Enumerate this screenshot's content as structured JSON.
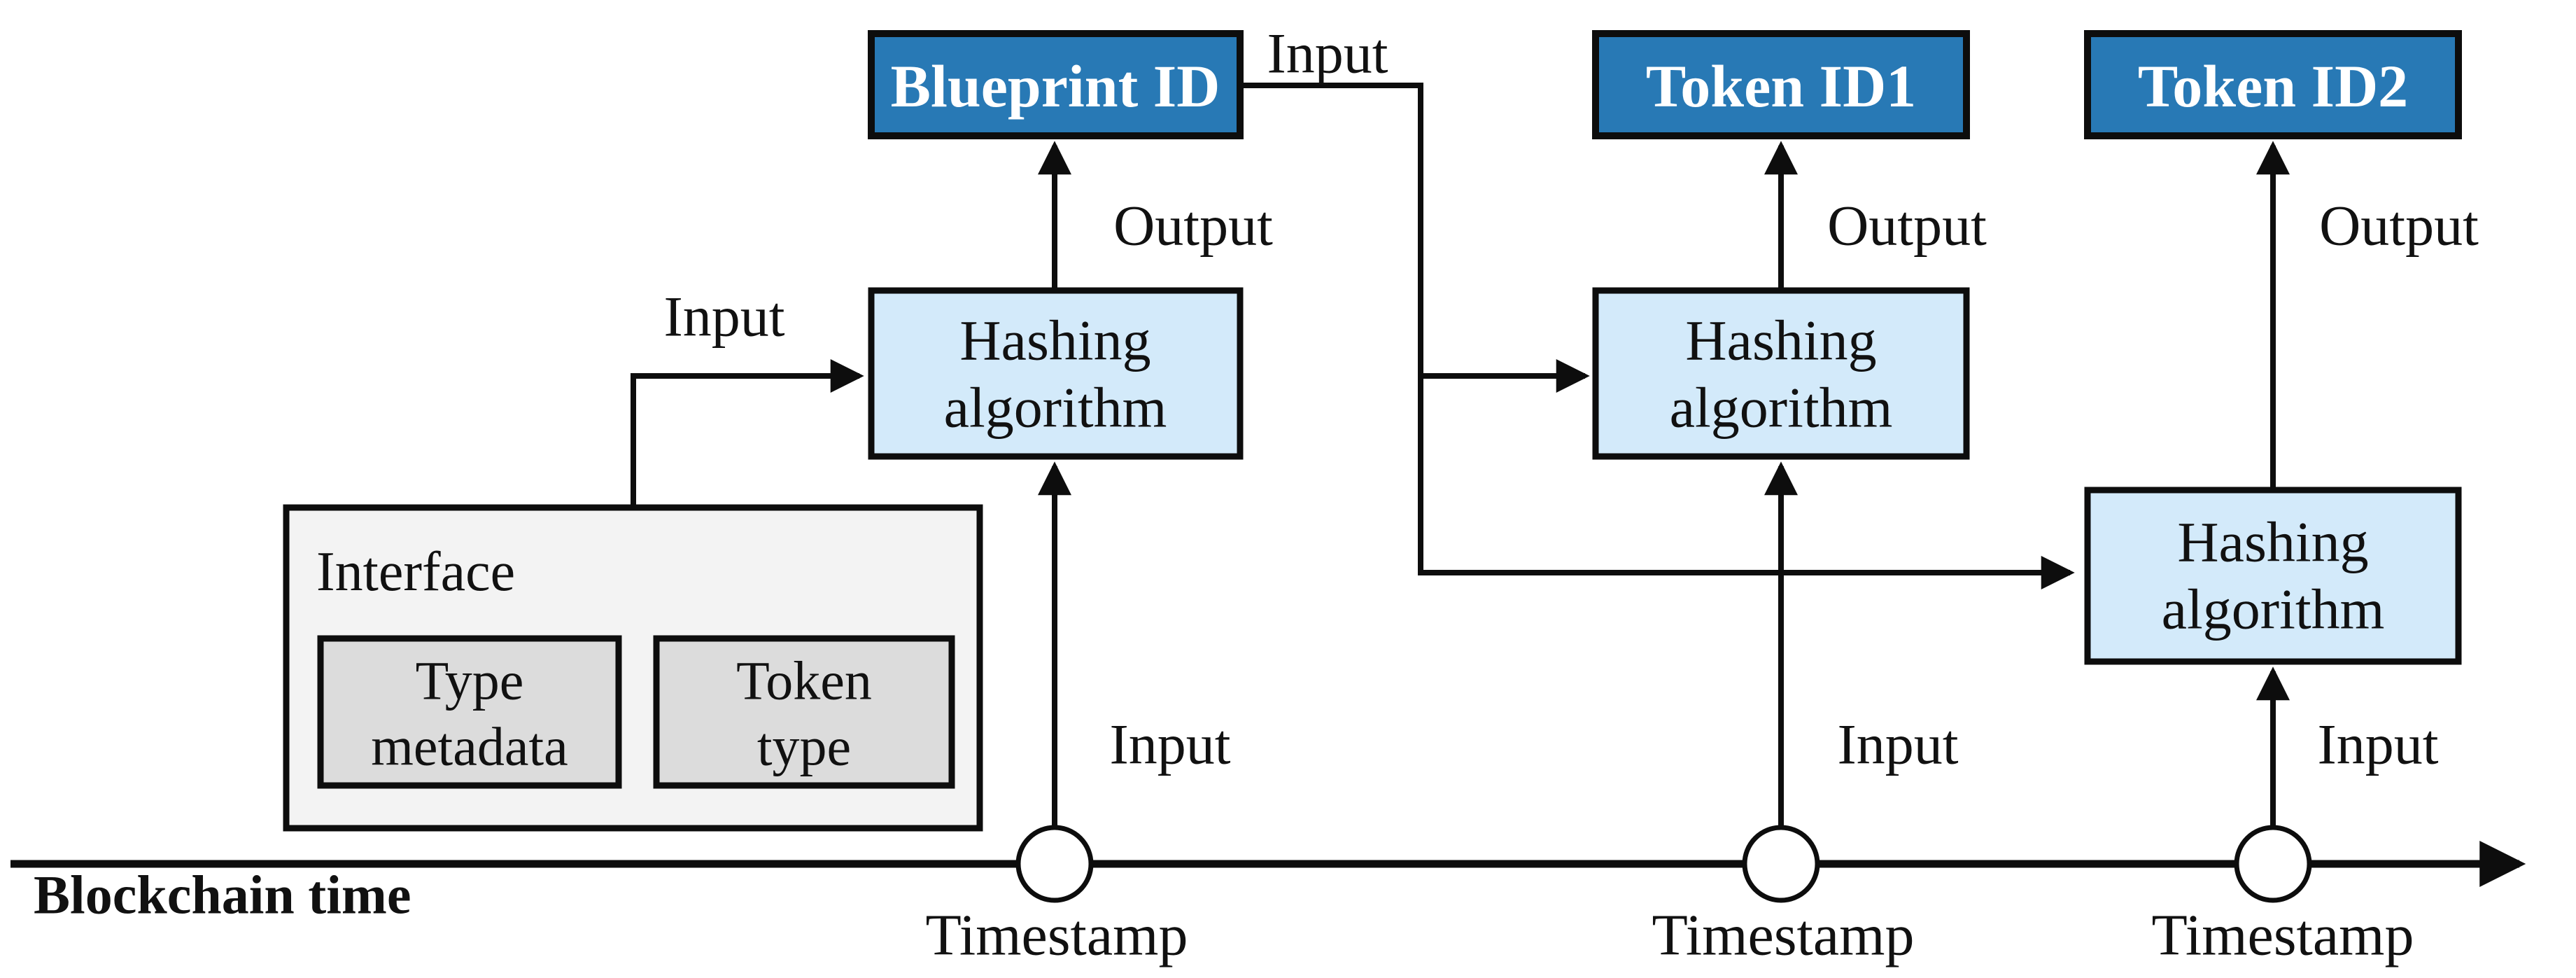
{
  "figure": {
    "type": "flow-diagram",
    "description": "Token identifier generation over blockchain time: interface data and timestamps are hashed to produce Blueprint ID, Token ID1 and Token ID2"
  },
  "colors": {
    "id_box_fill": "#2879b5",
    "id_box_text": "#ffffff",
    "hash_box_fill": "#d3eafa",
    "interface_fill": "#f3f3f3",
    "inner_box_fill": "#dcdcdc",
    "line": "#0d0d0d",
    "background": "#ffffff"
  },
  "nodes": {
    "blueprint_id": {
      "label": "Blueprint ID"
    },
    "token_id1": {
      "label": "Token ID1"
    },
    "token_id2": {
      "label": "Token ID2"
    },
    "hash1": {
      "line1": "Hashing",
      "line2": "algorithm"
    },
    "hash2": {
      "line1": "Hashing",
      "line2": "algorithm"
    },
    "hash3": {
      "line1": "Hashing",
      "line2": "algorithm"
    },
    "interface": {
      "label": "Interface"
    },
    "type_metadata": {
      "line1": "Type",
      "line2": "metadata"
    },
    "token_type": {
      "line1": "Token",
      "line2": "type"
    }
  },
  "edge_labels": {
    "input_interface": "Input",
    "input_blueprint": "Input",
    "output_blueprint": "Output",
    "output_token1": "Output",
    "output_token2": "Output",
    "input_timestamp1": "Input",
    "input_timestamp2": "Input",
    "input_timestamp3": "Input"
  },
  "timeline": {
    "axis_label": "Blockchain time",
    "timestamp1": "Timestamp",
    "timestamp2": "Timestamp",
    "timestamp3": "Timestamp"
  }
}
